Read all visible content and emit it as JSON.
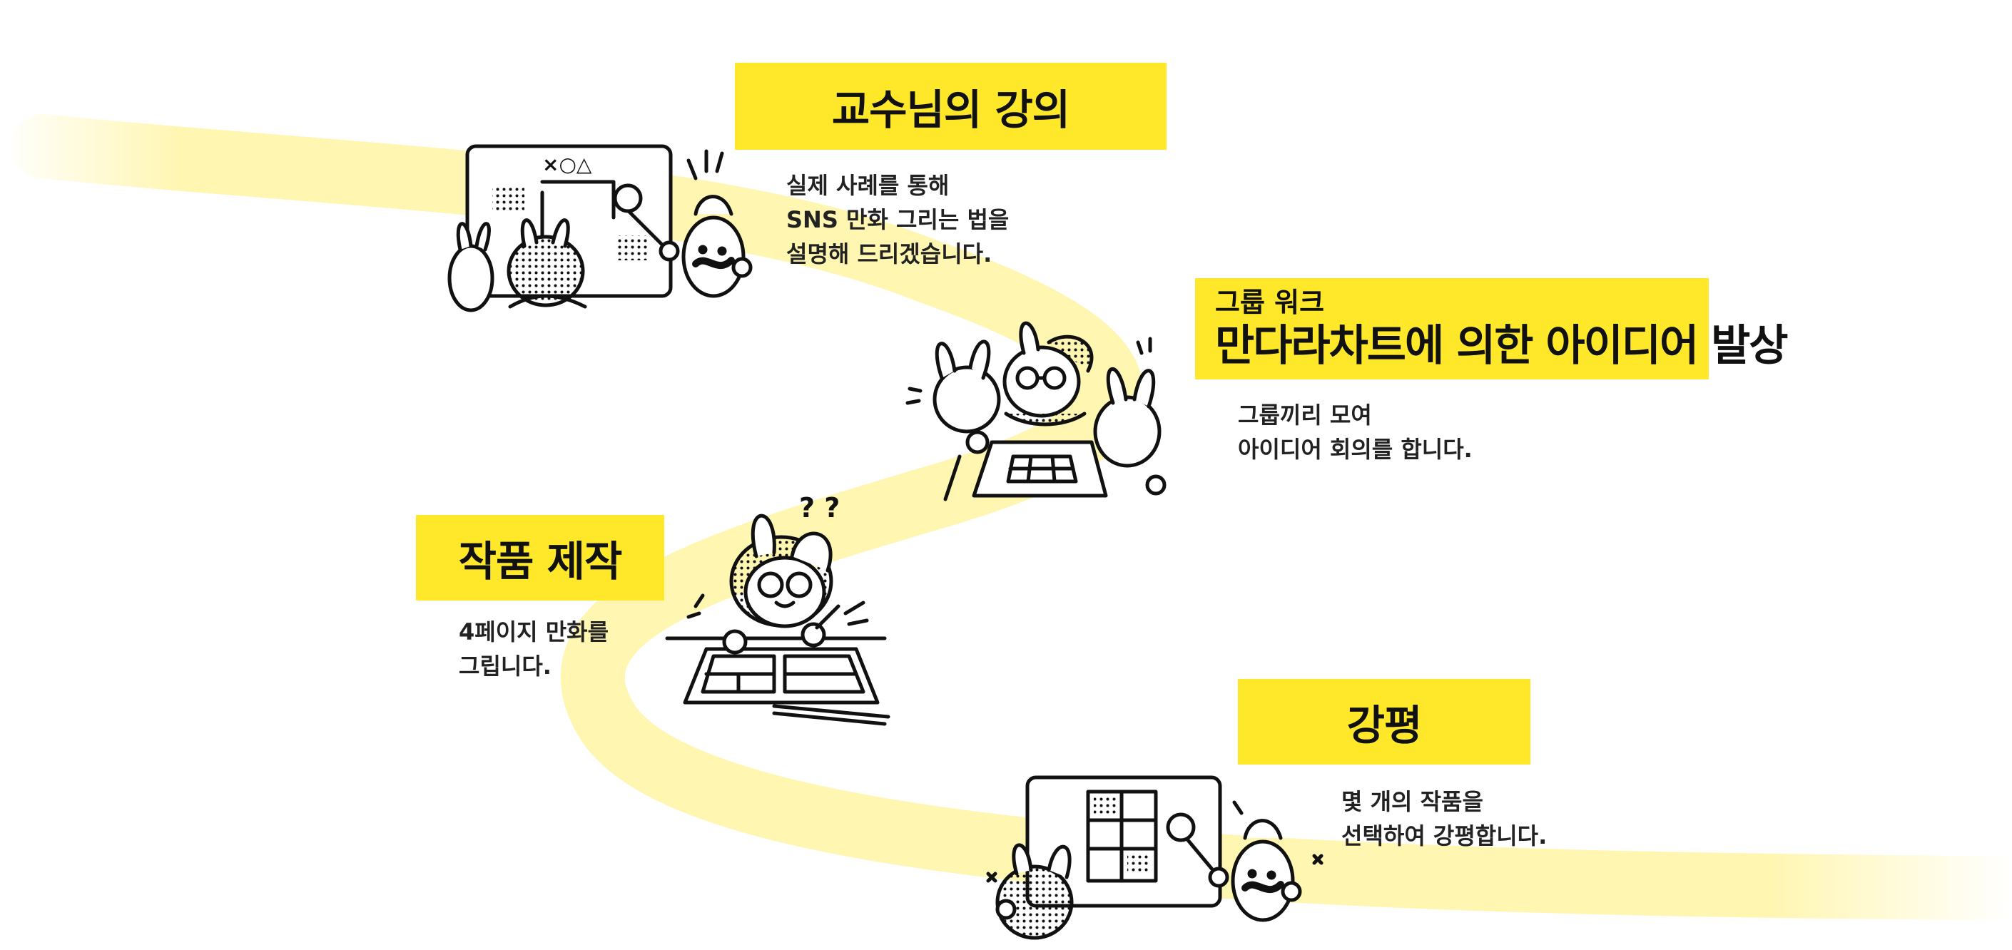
{
  "colors": {
    "accent": "#ffe82a",
    "road": "#fff6b2",
    "ink": "#111111",
    "background": "#ffffff"
  },
  "steps": [
    {
      "title": "교수님의 강의",
      "description": [
        "실제 사례를 통해",
        "SNS 만화 그리는 법을",
        "설명해 드리겠습니다."
      ],
      "illustration": "lecture-whiteboard-illustration"
    },
    {
      "subtitle": "그룹 워크",
      "title": "만다라차트에 의한 아이디어 발상",
      "description": [
        "그룹끼리 모여",
        "아이디어 회의를 합니다."
      ],
      "illustration": "group-work-illustration"
    },
    {
      "title": "작품 제작",
      "description": [
        "4페이지 만화를",
        "그립니다."
      ],
      "illustration": "drawing-manga-illustration"
    },
    {
      "title": "강평",
      "description": [
        "몇 개의 작품을",
        "선택하여 강평합니다."
      ],
      "illustration": "critique-board-illustration"
    }
  ]
}
